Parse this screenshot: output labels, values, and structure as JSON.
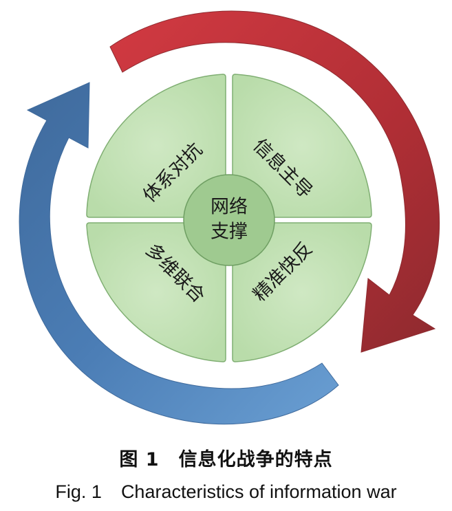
{
  "diagram": {
    "quadrants": [
      {
        "id": "top-left",
        "label": "体系对抗"
      },
      {
        "id": "top-right",
        "label": "信息主导"
      },
      {
        "id": "bottom-left",
        "label": "多维联合"
      },
      {
        "id": "bottom-right",
        "label": "精准快反"
      }
    ],
    "center": {
      "line1": "网络",
      "line2": "支撑"
    },
    "arrows": [
      {
        "name": "red-arrow",
        "direction": "clockwise",
        "color": "#b8323a"
      },
      {
        "name": "blue-arrow",
        "direction": "clockwise",
        "color": "#4a79b0"
      }
    ],
    "colors": {
      "quadrant_fill": "#bfe0b0",
      "quadrant_stroke": "#7fae72",
      "center_fill": "#9cc88d"
    }
  },
  "caption": {
    "cn_figure": "图 1",
    "cn_title": "信息化战争的特点",
    "en_figure": "Fig. 1",
    "en_title": "Characteristics of information war"
  }
}
